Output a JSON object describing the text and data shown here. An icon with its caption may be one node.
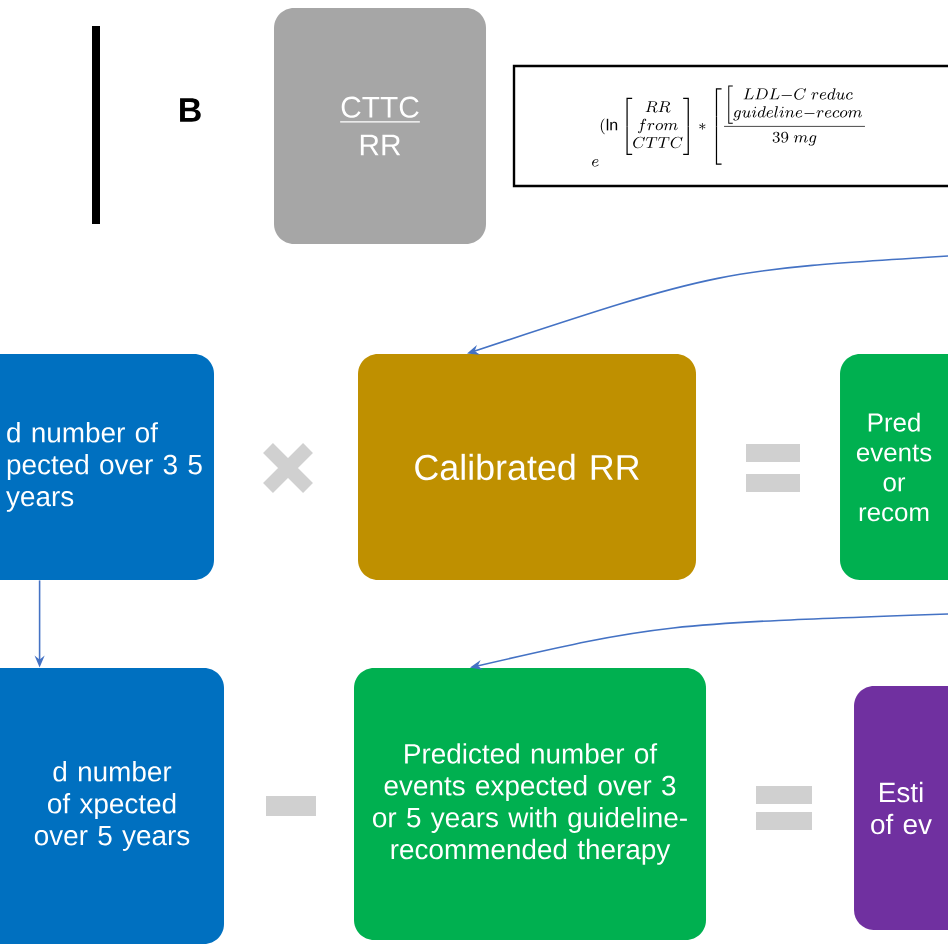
{
  "diagram": {
    "nodes": [
      {
        "text": [
          "CTTC",
          "RR"
        ]
      },
      {
        "text": [
          "e^{\\displaystyle(\\ln\\begin{bmatrix}RR\\\\ from\\\\ CTTC\\end{bmatrix}*\\left[\\frac{\\left[\\begin{matrix}LDL{-}C\\ reduc\\\\ guideline{-}recom\\end{matrix}\\right.}{39\\ mg}\\right.}"
        ]
      },
      {
        "text": [
          "d number of pected over 3 5 years"
        ]
      },
      {
        "text": [
          "Calibrated RR"
        ]
      },
      {
        "text": [
          "Pred events or recom"
        ]
      },
      {
        "text": [
          "d number of xpected over 5 years"
        ]
      },
      {
        "text": [
          "Predicted number of events expected over 3 or 5 years with guideline-recommended therapy"
        ]
      },
      {
        "text": [
          "Esti of ev"
        ]
      }
    ],
    "edges": [
      {
        "from": 2,
        "to": 5,
        "arrow": "to"
      },
      {
        "from": null,
        "to": 3,
        "arrow": "to"
      },
      {
        "from": null,
        "to": 6,
        "arrow": "to"
      }
    ],
    "labels": [
      "B"
    ]
  }
}
